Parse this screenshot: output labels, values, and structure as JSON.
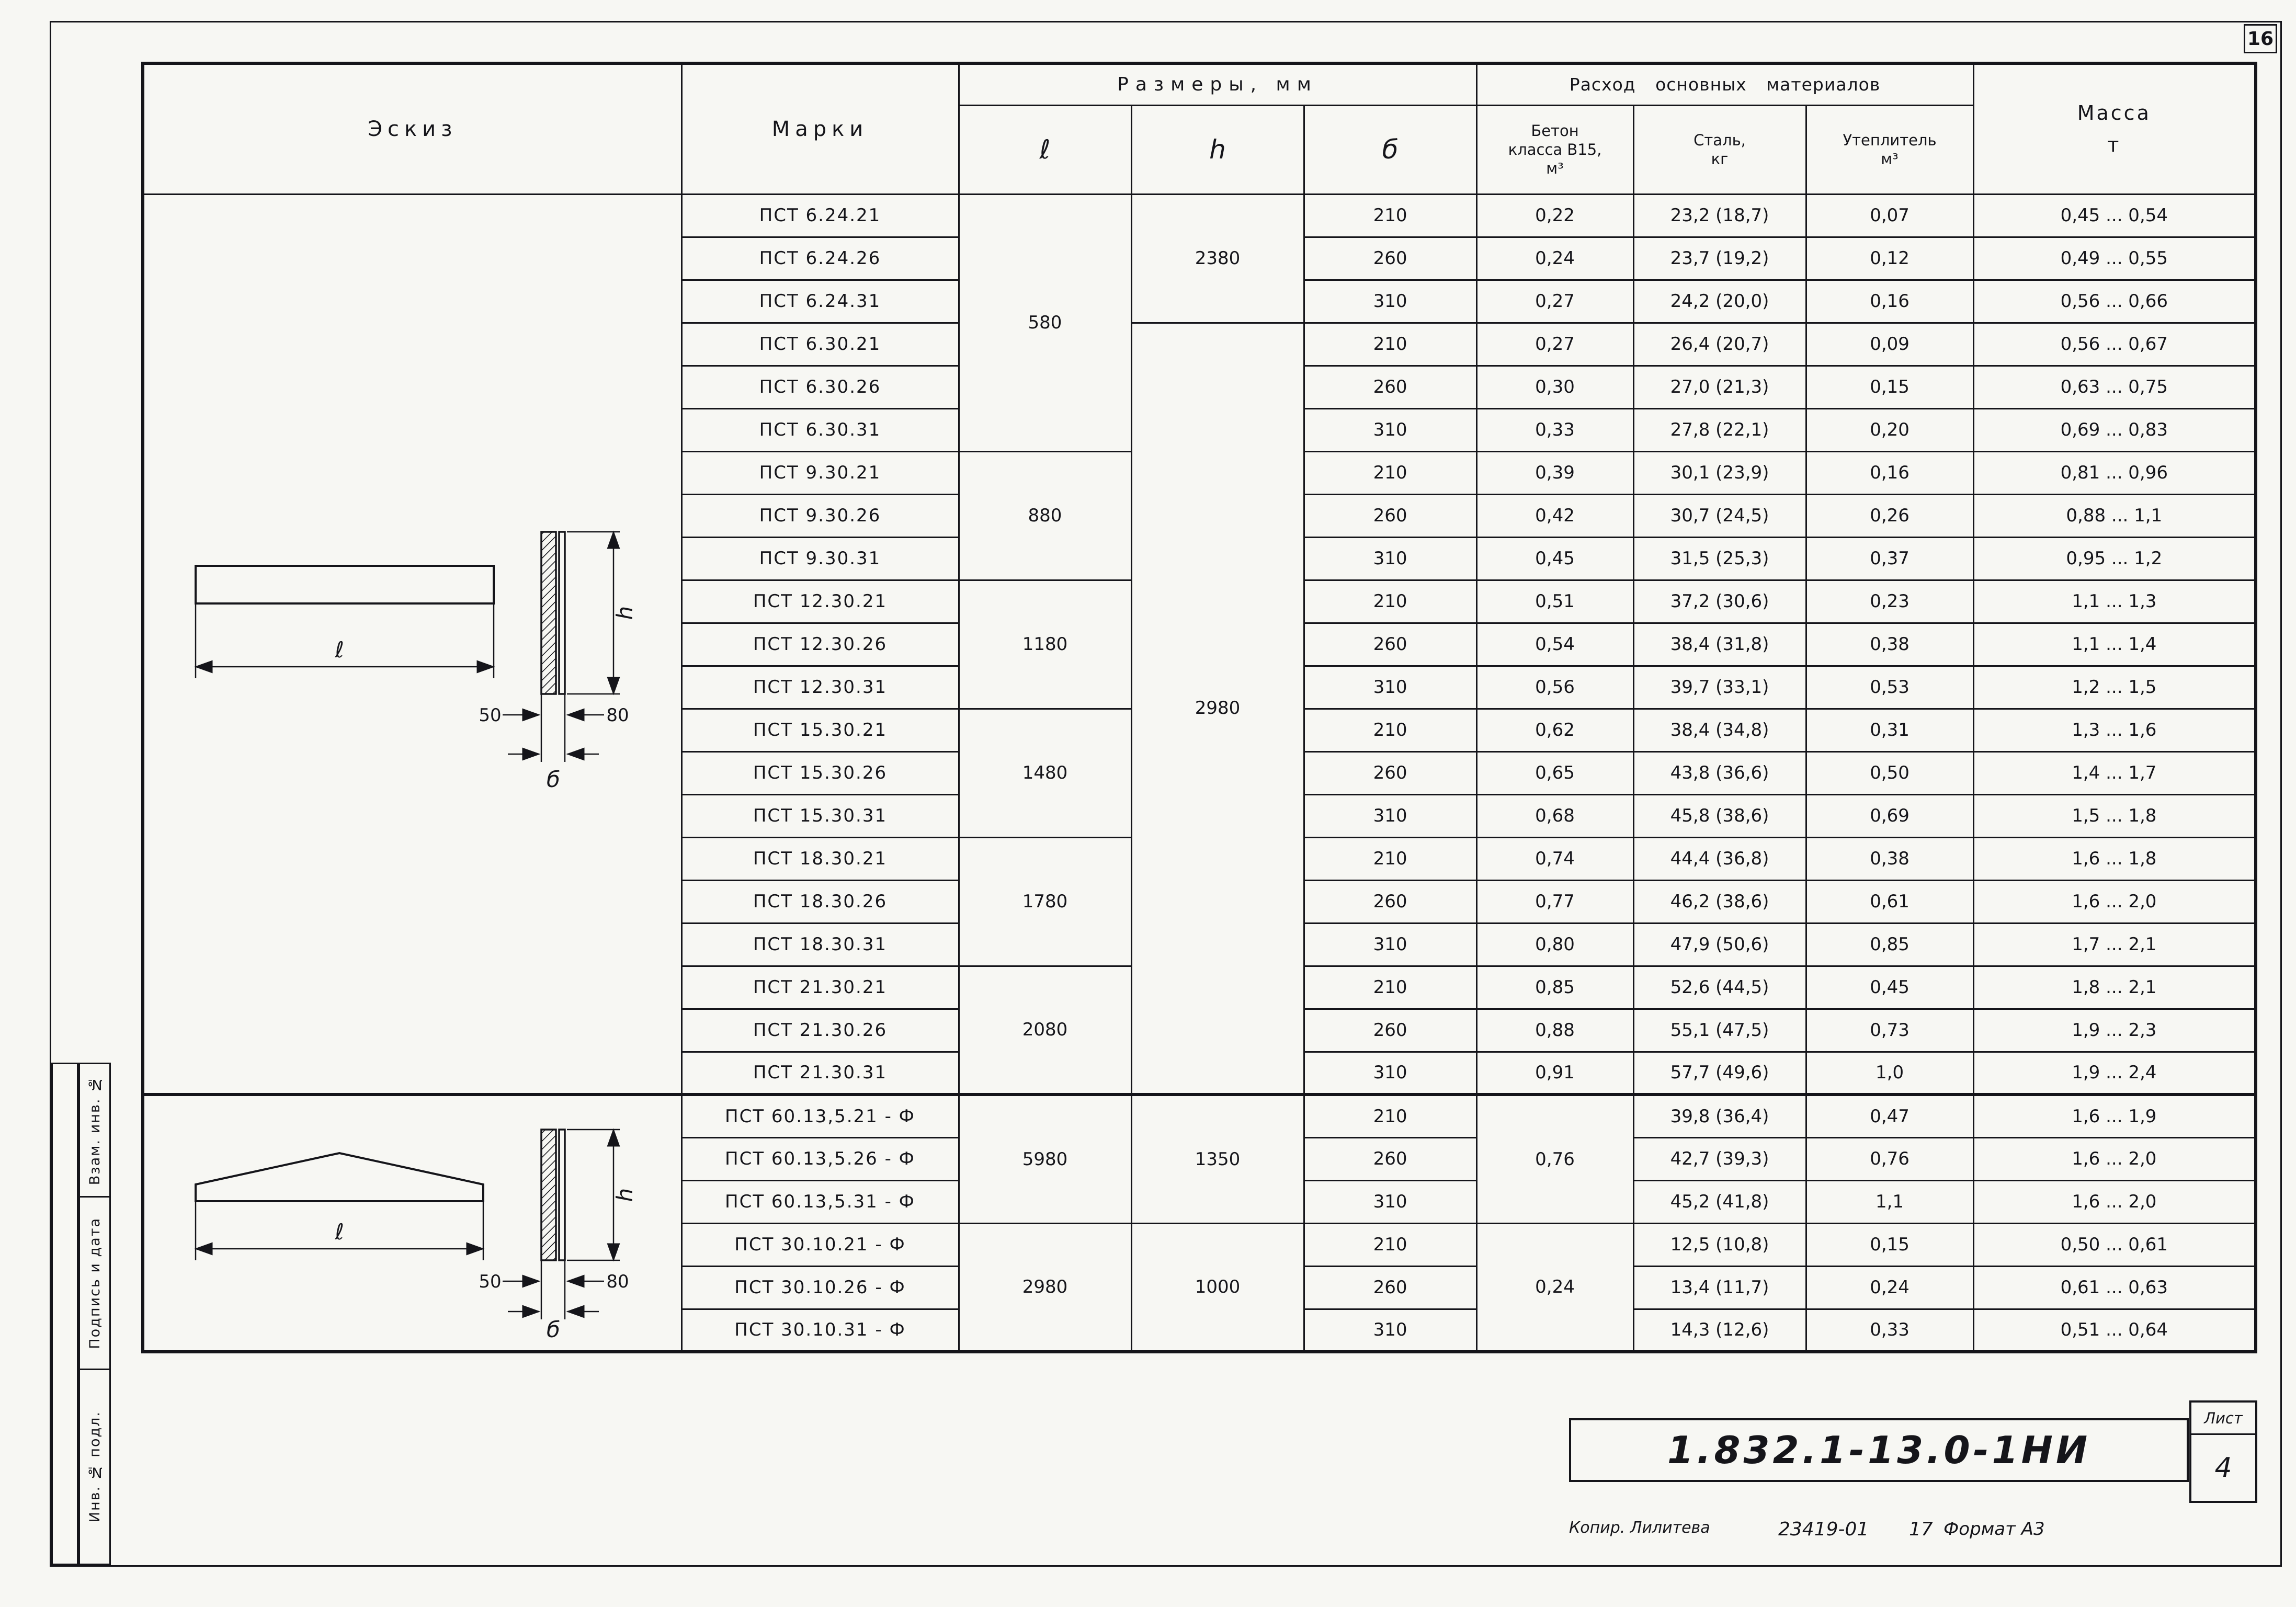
{
  "page_number": "16",
  "title_block": {
    "doc_number": "1.832.1-13.0-1НИ",
    "sheet_label": "Лист",
    "sheet_number": "4",
    "copy_note": "Копир. Лилитева",
    "code": "23419-01",
    "extra": "17",
    "format_note": "Формат А3"
  },
  "margin_labels": {
    "top": "Взам. инв. №",
    "middle": "Подпись и дата",
    "bottom": "Инв. № подл."
  },
  "table": {
    "headers": {
      "sketch": "Эскиз",
      "mark": "Марки",
      "dims_group": "Размеры, мм",
      "dim_l": "ℓ",
      "dim_h": "h",
      "dim_b": "б",
      "materials_group": "Расход основных материалов",
      "concrete": "Бетон\nкласса В15,\nм³",
      "steel": "Сталь,\nкг",
      "insulation": "Утеплитель\nм³",
      "mass": "Масса\nт"
    },
    "sketch_labels": {
      "l": "ℓ",
      "h": "h",
      "b": "б",
      "d50": "50",
      "d80": "80"
    },
    "rows": [
      {
        "sketch": "flat",
        "sketch_span": 21,
        "mark": "ПСТ 6.24.21",
        "l": "580",
        "l_span": 6,
        "h": "2380",
        "h_span": 3,
        "b": "210",
        "concrete": "0,22",
        "steel": "23,2 (18,7)",
        "ins": "0,07",
        "mass": "0,45 ... 0,54"
      },
      {
        "mark": "ПСТ 6.24.26",
        "b": "260",
        "concrete": "0,24",
        "steel": "23,7 (19,2)",
        "ins": "0,12",
        "mass": "0,49 ... 0,55"
      },
      {
        "mark": "ПСТ 6.24.31",
        "b": "310",
        "concrete": "0,27",
        "steel": "24,2 (20,0)",
        "ins": "0,16",
        "mass": "0,56 ... 0,66"
      },
      {
        "mark": "ПСТ 6.30.21",
        "h": "2980",
        "h_span": 18,
        "b": "210",
        "concrete": "0,27",
        "steel": "26,4 (20,7)",
        "ins": "0,09",
        "mass": "0,56 ... 0,67"
      },
      {
        "mark": "ПСТ 6.30.26",
        "b": "260",
        "concrete": "0,30",
        "steel": "27,0 (21,3)",
        "ins": "0,15",
        "mass": "0,63 ... 0,75"
      },
      {
        "mark": "ПСТ 6.30.31",
        "b": "310",
        "concrete": "0,33",
        "steel": "27,8 (22,1)",
        "ins": "0,20",
        "mass": "0,69 ... 0,83"
      },
      {
        "mark": "ПСТ 9.30.21",
        "l": "880",
        "l_span": 3,
        "b": "210",
        "concrete": "0,39",
        "steel": "30,1 (23,9)",
        "ins": "0,16",
        "mass": "0,81 ... 0,96"
      },
      {
        "mark": "ПСТ 9.30.26",
        "b": "260",
        "concrete": "0,42",
        "steel": "30,7 (24,5)",
        "ins": "0,26",
        "mass": "0,88 ... 1,1"
      },
      {
        "mark": "ПСТ 9.30.31",
        "b": "310",
        "concrete": "0,45",
        "steel": "31,5 (25,3)",
        "ins": "0,37",
        "mass": "0,95 ... 1,2"
      },
      {
        "mark": "ПСТ 12.30.21",
        "l": "1180",
        "l_span": 3,
        "b": "210",
        "concrete": "0,51",
        "steel": "37,2 (30,6)",
        "ins": "0,23",
        "mass": "1,1 ... 1,3"
      },
      {
        "mark": "ПСТ 12.30.26",
        "b": "260",
        "concrete": "0,54",
        "steel": "38,4 (31,8)",
        "ins": "0,38",
        "mass": "1,1 ... 1,4"
      },
      {
        "mark": "ПСТ 12.30.31",
        "b": "310",
        "concrete": "0,56",
        "steel": "39,7 (33,1)",
        "ins": "0,53",
        "mass": "1,2 ... 1,5"
      },
      {
        "mark": "ПСТ 15.30.21",
        "l": "1480",
        "l_span": 3,
        "b": "210",
        "concrete": "0,62",
        "steel": "38,4 (34,8)",
        "ins": "0,31",
        "mass": "1,3 ... 1,6"
      },
      {
        "mark": "ПСТ 15.30.26",
        "b": "260",
        "concrete": "0,65",
        "steel": "43,8 (36,6)",
        "ins": "0,50",
        "mass": "1,4 ... 1,7"
      },
      {
        "mark": "ПСТ 15.30.31",
        "b": "310",
        "concrete": "0,68",
        "steel": "45,8 (38,6)",
        "ins": "0,69",
        "mass": "1,5 ... 1,8"
      },
      {
        "mark": "ПСТ 18.30.21",
        "l": "1780",
        "l_span": 3,
        "b": "210",
        "concrete": "0,74",
        "steel": "44,4 (36,8)",
        "ins": "0,38",
        "mass": "1,6 ... 1,8"
      },
      {
        "mark": "ПСТ 18.30.26",
        "b": "260",
        "concrete": "0,77",
        "steel": "46,2 (38,6)",
        "ins": "0,61",
        "mass": "1,6 ... 2,0"
      },
      {
        "mark": "ПСТ 18.30.31",
        "b": "310",
        "concrete": "0,80",
        "steel": "47,9 (50,6)",
        "ins": "0,85",
        "mass": "1,7 ... 2,1"
      },
      {
        "mark": "ПСТ 21.30.21",
        "l": "2080",
        "l_span": 3,
        "b": "210",
        "concrete": "0,85",
        "steel": "52,6 (44,5)",
        "ins": "0,45",
        "mass": "1,8 ... 2,1"
      },
      {
        "mark": "ПСТ 21.30.26",
        "b": "260",
        "concrete": "0,88",
        "steel": "55,1 (47,5)",
        "ins": "0,73",
        "mass": "1,9 ... 2,3"
      },
      {
        "mark": "ПСТ 21.30.31",
        "b": "310",
        "concrete": "0,91",
        "steel": "57,7 (49,6)",
        "ins": "1,0",
        "mass": "1,9 ... 2,4"
      },
      {
        "group_start": true,
        "sketch": "gable",
        "sketch_span": 6,
        "mark": "ПСТ 60.13,5.21 - Ф",
        "l": "5980",
        "l_span": 3,
        "h": "1350",
        "h_span": 3,
        "b": "210",
        "concrete": "0,76",
        "concrete_span": 3,
        "steel": "39,8 (36,4)",
        "ins": "0,47",
        "mass": "1,6 ... 1,9"
      },
      {
        "mark": "ПСТ 60.13,5.26 - Ф",
        "b": "260",
        "steel": "42,7 (39,3)",
        "ins": "0,76",
        "mass": "1,6 ... 2,0"
      },
      {
        "mark": "ПСТ 60.13,5.31 - Ф",
        "b": "310",
        "steel": "45,2 (41,8)",
        "ins": "1,1",
        "mass": "1,6 ... 2,0"
      },
      {
        "mark": "ПСТ 30.10.21 - Ф",
        "l": "2980",
        "l_span": 3,
        "h": "1000",
        "h_span": 3,
        "b": "210",
        "concrete": "0,24",
        "concrete_span": 3,
        "steel": "12,5 (10,8)",
        "ins": "0,15",
        "mass": "0,50 ... 0,61"
      },
      {
        "mark": "ПСТ 30.10.26 - Ф",
        "b": "260",
        "steel": "13,4 (11,7)",
        "ins": "0,24",
        "mass": "0,61 ... 0,63"
      },
      {
        "mark": "ПСТ 30.10.31 - Ф",
        "b": "310",
        "steel": "14,3 (12,6)",
        "ins": "0,33",
        "mass": "0,51 ... 0,64"
      }
    ]
  }
}
